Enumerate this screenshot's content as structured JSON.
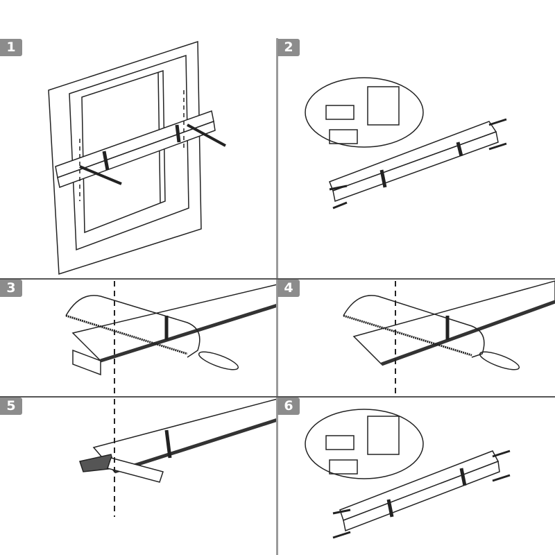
{
  "steps": [
    {
      "number": "1"
    },
    {
      "number": "2"
    },
    {
      "number": "3"
    },
    {
      "number": "4"
    },
    {
      "number": "5"
    },
    {
      "number": "6"
    }
  ],
  "colors": {
    "badge": "#8c8c8c",
    "line": "#555555",
    "ink": "#222222"
  }
}
